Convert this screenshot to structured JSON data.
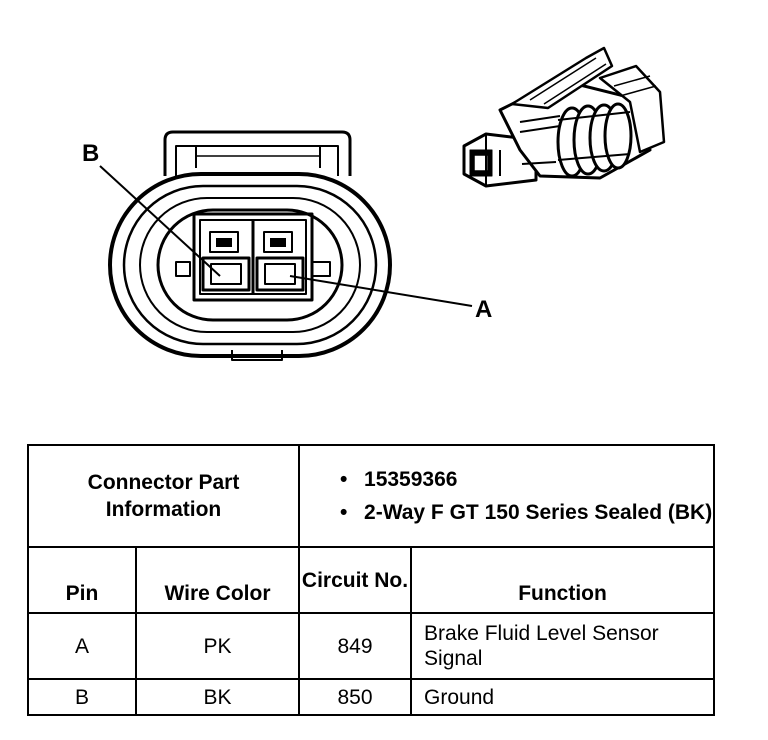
{
  "callouts": {
    "pin_b": "B",
    "pin_a": "A"
  },
  "connector_info": {
    "label": "Connector Part Information",
    "items": [
      "15359366",
      "2-Way F GT 150 Series Sealed (BK)"
    ]
  },
  "table": {
    "headers": {
      "pin": "Pin",
      "wire_color": "Wire Color",
      "circuit_no": "Circuit No.",
      "function": "Function"
    },
    "rows": [
      {
        "pin": "A",
        "wire_color": "PK",
        "circuit_no": "849",
        "function": "Brake Fluid Level Sensor Signal"
      },
      {
        "pin": "B",
        "wire_color": "BK",
        "circuit_no": "850",
        "function": "Ground"
      }
    ]
  }
}
